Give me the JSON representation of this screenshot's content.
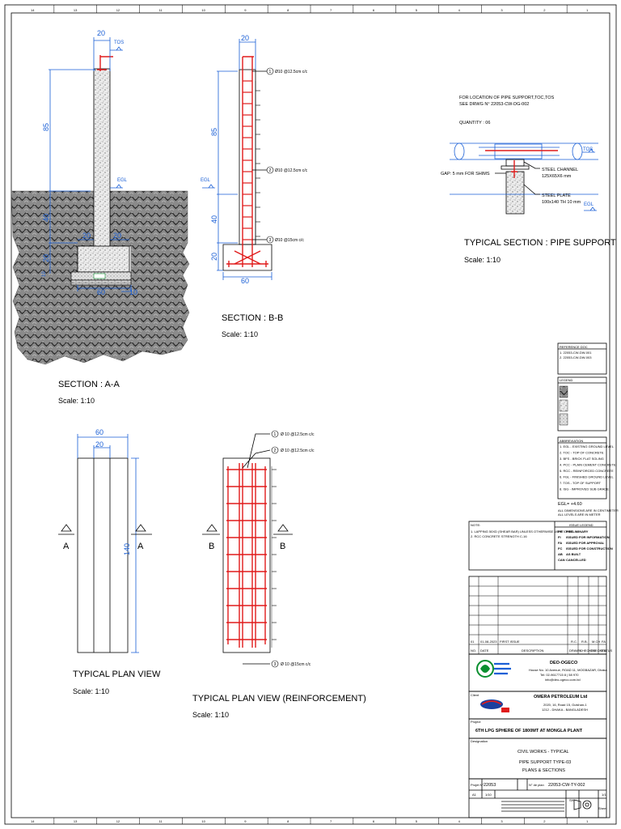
{
  "border": {
    "top_numbers": [
      "14",
      "13",
      "12",
      "11",
      "10",
      "9",
      "8",
      "7",
      "6",
      "5",
      "4",
      "3",
      "2",
      "1"
    ],
    "bottom_numbers": [
      "14",
      "13",
      "12",
      "11",
      "10",
      "9",
      "8",
      "7",
      "6",
      "5",
      "4",
      "3",
      "2",
      "1"
    ]
  },
  "markers": {
    "tos": "TOS",
    "egl": "EGL"
  },
  "section_aa": {
    "title": "SECTION : A-A",
    "scale": "Scale: 1:10",
    "dims": {
      "top_width": "20",
      "height": "85",
      "height2": "40",
      "left_step": "20",
      "right_step": "20",
      "depth": "20",
      "depth2": "10",
      "base": "60",
      "base_right": "10"
    }
  },
  "section_bb": {
    "title": "SECTION : B-B",
    "scale": "Scale: 1:10",
    "dims": {
      "top_width": "20",
      "height": "85",
      "height2": "40",
      "depth": "20",
      "base": "60"
    },
    "callouts": [
      {
        "num": "1",
        "text": "Ø10 @12.5cm c/c"
      },
      {
        "num": "2",
        "text": "Ø10 @12.5cm c/c"
      },
      {
        "num": "3",
        "text": "Ø10 @15cm c/c"
      }
    ]
  },
  "pipe_support": {
    "note_line1": "FOR LOCATION OF PIPE SUPPORT,TOC,TOS",
    "note_line2": "SEE DRWG N° 22053-CW-DG-002",
    "quantity": "QUANTITY : 06",
    "steel_channel": "STEEL CHANNEL",
    "steel_channel_size": "125X65X6 mm",
    "gap": "GAP: 5 mm FOR SHIMS",
    "steel_plate": "STEEL PLATE",
    "steel_plate_size": "100x140 TH 10 mm",
    "title": "TYPICAL SECTION : PIPE SUPPORT",
    "scale": "Scale: 1:10"
  },
  "plan_view": {
    "title": "TYPICAL PLAN VIEW",
    "scale": "Scale: 1:10",
    "dims": {
      "width": "60",
      "inner": "20",
      "length": "140"
    },
    "section_mark": "A"
  },
  "plan_reinf": {
    "title": "TYPICAL PLAN VIEW (REINFORCEMENT)",
    "scale": "Scale: 1:10",
    "section_mark": "B",
    "callouts": [
      {
        "num": "1",
        "text": "Ø 10 @12.5cm c/c"
      },
      {
        "num": "2",
        "text": "Ø 10 @12.5cm c/c"
      },
      {
        "num": "3",
        "text": "Ø 10 @15cm c/c"
      }
    ]
  },
  "side_panel": {
    "reference_title": "REFERENCE DOC",
    "reference_items": [
      "1.   22053-CW-DW-001",
      "2.   22053-CW-DW-003"
    ],
    "legend_title": "LEGEND",
    "abbrev_title": "ABBREVIATION",
    "abbrev_items": [
      "1.  EGL  - EXISTING GROUND LEVEL",
      "2.  TOC  - TOP OF CONCRETE",
      "3.  BFS  - BRICK FLAT SOLING",
      "4.  PCC  - PLAIN CEMENT CONCRETE",
      "5.  RCC  - REINFORCED CONCRETE",
      "6.  FGL  - FINISHED GROUND LEVEL",
      "7.  TOS  - TOP OF SUPPORT",
      "8.  ISG  - IMPROVED SUB GRADE"
    ],
    "egl_value": "EGL= +4.60",
    "dims_note1": "ALL DIMENSIONS ARE IN CENTIMETER",
    "dims_note2": "ALL LEVELS ARE IN METER",
    "note_title": "NOTE:",
    "note_items": [
      "1.  LAPPING 50XD (SHEAR BAR) UNLESS OTHERWISE MENTIONED",
      "2.  RCC CONCRETE STRENGTH C-16"
    ],
    "issue_title": "ISSUE LEGEND",
    "issue_items": [
      {
        "code": "PR",
        "text": "PRELIMINARY"
      },
      {
        "code": "FI",
        "text": "ISSUED FOR INFORMATION"
      },
      {
        "code": "FA",
        "text": "ISSUED FOR APPROVAL"
      },
      {
        "code": "FC",
        "text": "ISSUED FOR CONSTRUCTION"
      },
      {
        "code": "AB",
        "text": "AS BUILT"
      },
      {
        "code": "CAN",
        "text": "CANCELLED"
      }
    ]
  },
  "revision": {
    "row1": {
      "rev": "01",
      "date": "01-08-2023",
      "desc": "FIRST ISSUE",
      "drawn": "R.C.",
      "checked": "R.B.",
      "appr": "M.CH",
      "status": "FA"
    },
    "headers": {
      "no": "NO.",
      "date": "DATE",
      "desc": "DESCRIPTION",
      "drawn": "DRAWN",
      "checked": "CHECKED",
      "approved": "CHECKED",
      "status": "STATUS"
    }
  },
  "consultant": {
    "label": "Consultant",
    "name": "DEO-OGECO",
    "address": "House No. 10 Avenue, ROAD 11, MOGBAZAR, Dhaka",
    "phone": "Tel: 02-9617715 8 | 58 970",
    "email": "info@deo-ogeco.com.bd"
  },
  "client": {
    "label": "Client",
    "name": "OMERA PETROLEUM Ltd",
    "address1": "2020, 16, Road 15, Gulshan-1",
    "address2": "1212 - DHAKA - BANGLADESH"
  },
  "project": {
    "label": "Project",
    "name": "6TH LPG SPHERE OF 1800MT AT MONGLA PLANT"
  },
  "drawing": {
    "label": "Designation",
    "line1": "CIVIL WORKS - TYPICAL",
    "line2": "PIPE SUPPORT TYPE-03",
    "line3": "PLANS & SECTIONS"
  },
  "meta": {
    "project_no_label": "Projet N°",
    "project_no": "22053",
    "drawing_no_label": "N° de plan",
    "drawing_no": "22053-CW-TY-002",
    "format": "A1",
    "scale": "1/10",
    "sheet_label": "SH",
    "sheet": "1/1",
    "sheet_word": "Sheet"
  }
}
